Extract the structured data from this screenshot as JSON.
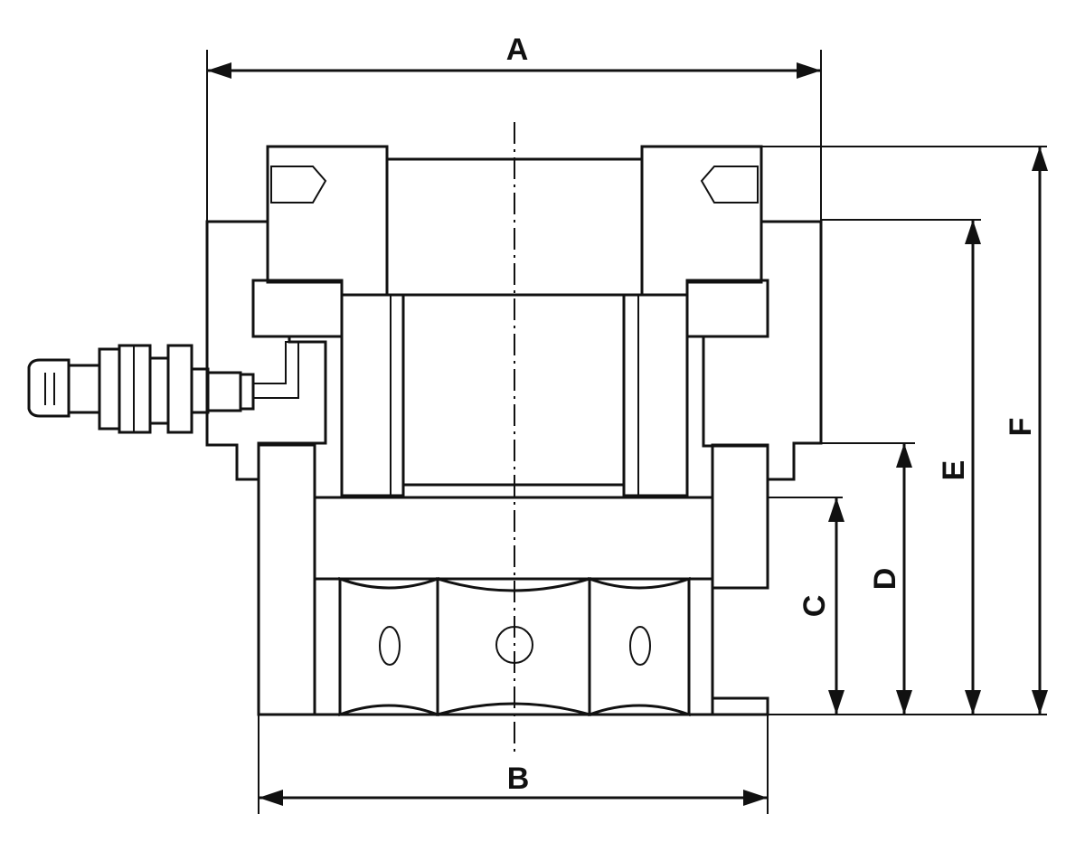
{
  "diagram": {
    "dimension_labels": {
      "a": "A",
      "b": "B",
      "c": "C",
      "d": "D",
      "e": "E",
      "f": "F"
    },
    "colors": {
      "ink": "#111111",
      "background": "#ffffff",
      "coupler_shade": "#9a9a9a"
    }
  }
}
